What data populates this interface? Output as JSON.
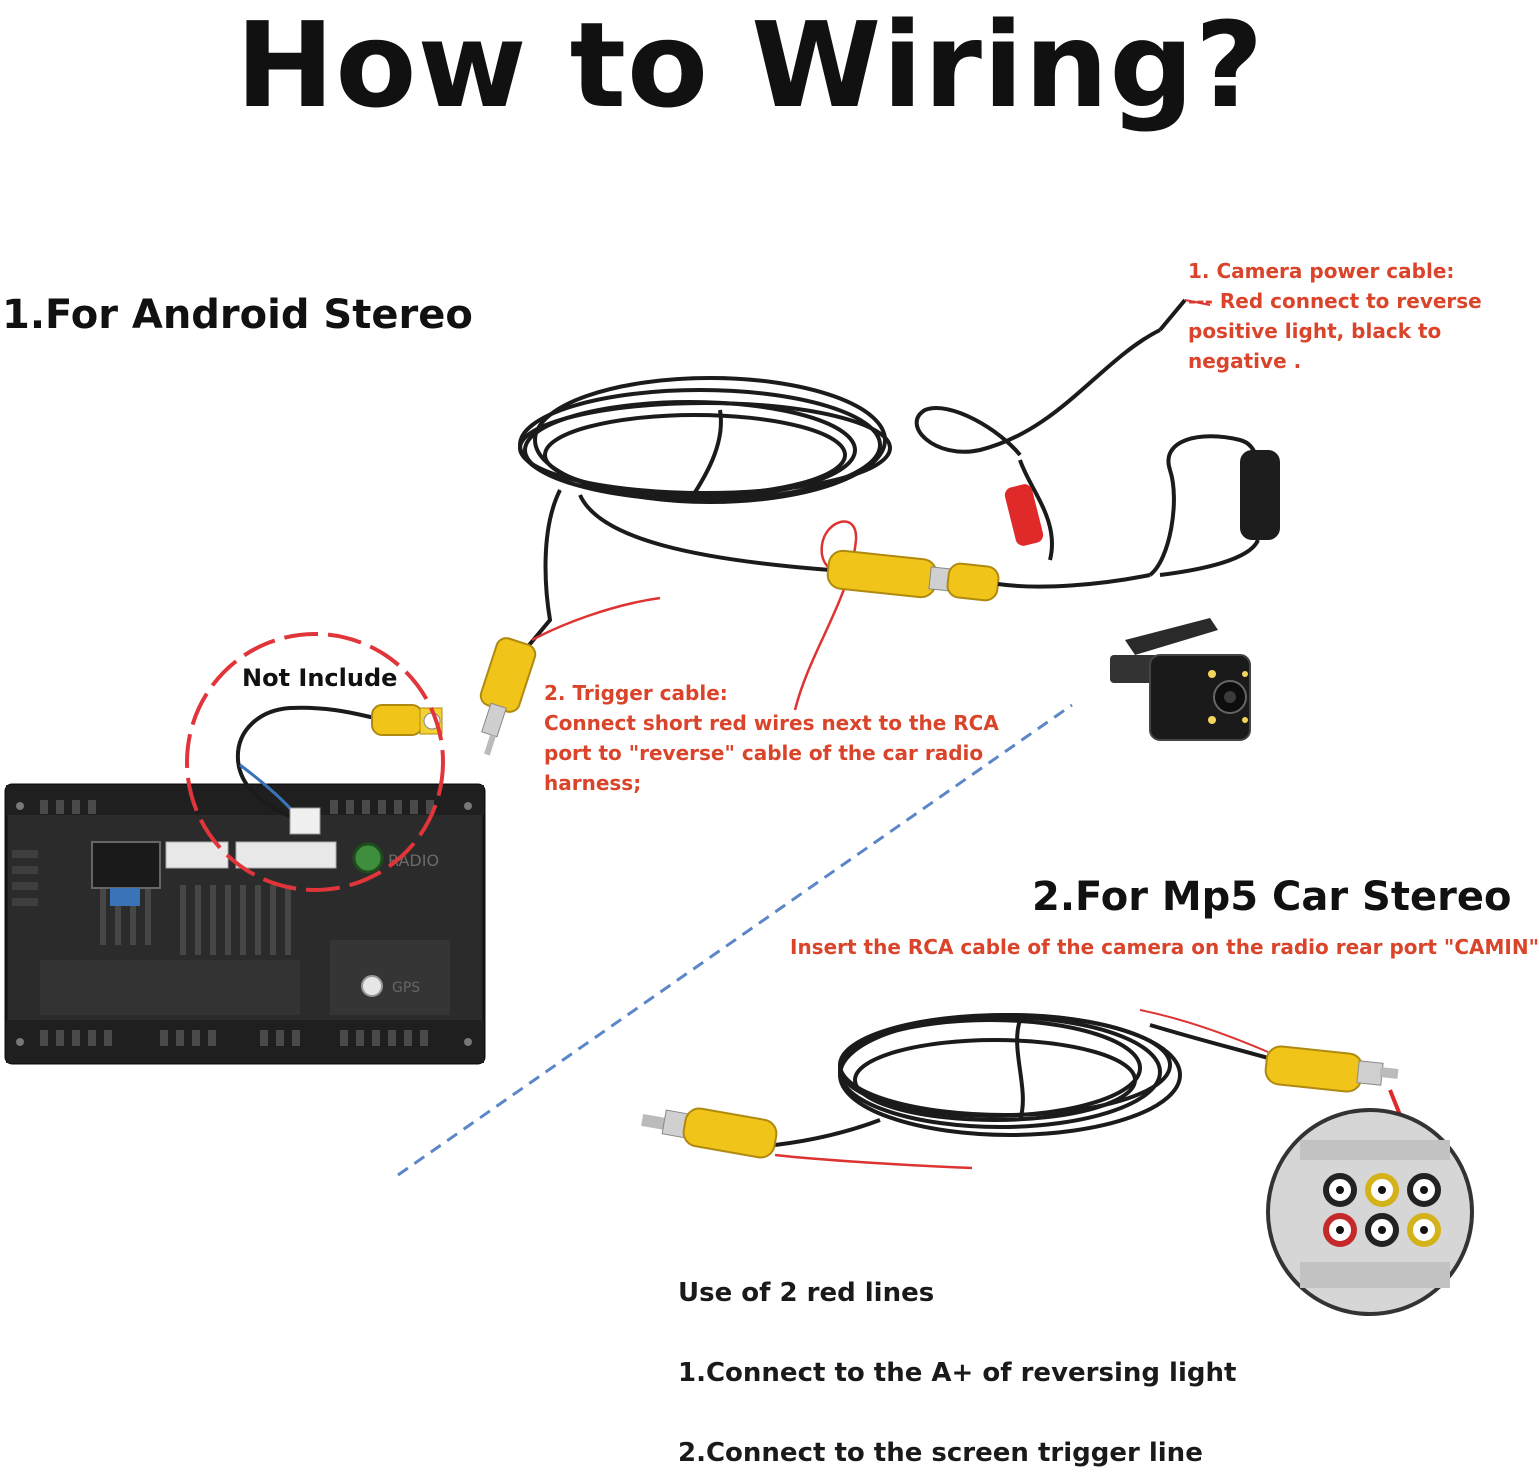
{
  "title": "How to Wiring?",
  "section1": {
    "title": "1.For Android Stereo",
    "not_include": "Not Include",
    "camera_power_note": [
      "1. Camera power cable:",
      "--- Red connect to reverse",
      "positive light, black to",
      "negative ."
    ],
    "trigger_note": [
      "2. Trigger cable:",
      "Connect short red wires next to the RCA",
      "port to \"reverse\" cable of the car radio",
      "harness;"
    ],
    "stereo_labels": {
      "radio": "RADIO",
      "gps": "GPS"
    }
  },
  "section2": {
    "title": "2.For Mp5 Car Stereo",
    "insert_note": "Insert the RCA cable of the camera on the radio rear port \"CAMIN\"",
    "red_lines_title": "Use of 2 red lines",
    "red_lines_steps": [
      "1.Connect to the A+ of reversing light",
      "2.Connect to the screen trigger line"
    ]
  },
  "colors": {
    "note_red": "#d9442a",
    "rca_yellow": "#f0c419",
    "cable_black": "#1b1b1b",
    "dashed_blue": "#5b86c8",
    "circle_red": "#e0353a"
  }
}
